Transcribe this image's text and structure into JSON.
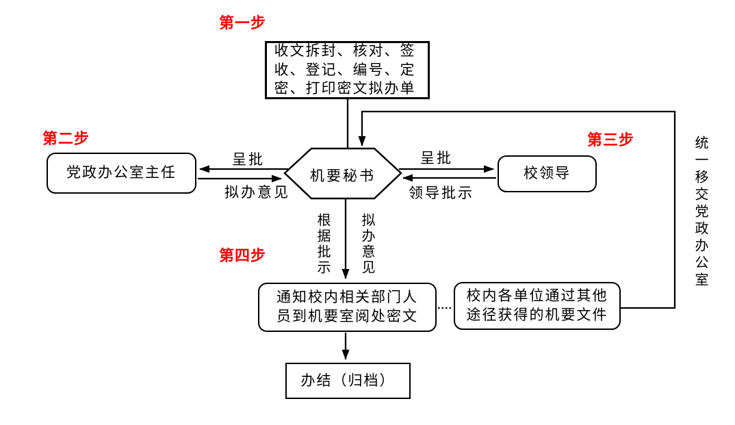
{
  "colors": {
    "step": "#ff0000",
    "line": "#000000",
    "text": "#000000",
    "bg": "#ffffff"
  },
  "steps": {
    "one": "第一步",
    "two": "第二步",
    "three": "第三步",
    "four": "第四步"
  },
  "nodes": {
    "intake": "收文拆封、核对、签收、登记、编号、定密、打印密文拟办单",
    "secretary": "机要秘书",
    "office_director": "党政办公室主任",
    "school_leaders": "校领导",
    "notify": "通知校内相关部门人员到机要室阅处密文",
    "other_channels": "校内各单位通过其他途径获得的机要文件",
    "archive": "办结（归档）"
  },
  "edge_labels": {
    "left_submit": "呈批",
    "left_opinion": "拟办意见",
    "right_submit": "呈批",
    "right_instruction": "领导批示",
    "down_basis": "根据批示",
    "down_opinion": "拟办意见",
    "transfer": "统一移交党政办公室"
  }
}
